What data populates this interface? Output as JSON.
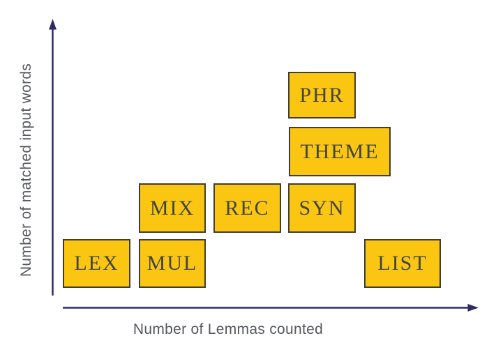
{
  "chart_data": {
    "type": "scatter",
    "title": "",
    "xlabel": "Number of Lemmas counted",
    "ylabel": "Number of matched input words",
    "grid": false,
    "legend": false,
    "axis_ticks": "none (qualitative axes drawn as arrows, no numeric scale)",
    "marker_style": "yellow labeled rectangles",
    "points": [
      {
        "label": "PHR",
        "x": 4,
        "y": 4
      },
      {
        "label": "THEME",
        "x": 4,
        "y": 3
      },
      {
        "label": "MIX",
        "x": 2,
        "y": 2
      },
      {
        "label": "REC",
        "x": 3,
        "y": 2
      },
      {
        "label": "SYN",
        "x": 4,
        "y": 2
      },
      {
        "label": "LEX",
        "x": 1,
        "y": 1
      },
      {
        "label": "MUL",
        "x": 2,
        "y": 1
      },
      {
        "label": "LIST",
        "x": 5,
        "y": 1
      }
    ]
  },
  "colors": {
    "background": "#FFFFFF",
    "box_fill": "#FBC612",
    "box_border": "#3F3E31",
    "box_text": "#414540",
    "axis_color": "#2D2B63",
    "label_color": "#55575E"
  }
}
